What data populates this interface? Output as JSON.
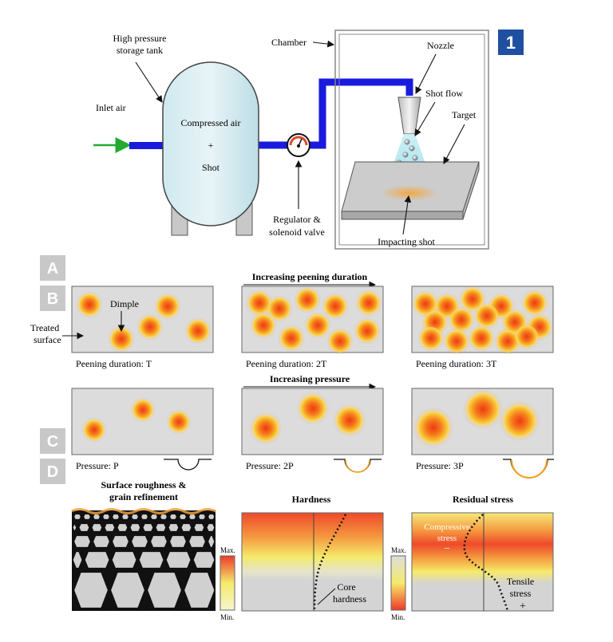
{
  "panel_labels": {
    "p1": "1",
    "a": "A",
    "b": "B",
    "c": "C",
    "d": "D"
  },
  "setup": {
    "tank_label_line1": "High pressure",
    "tank_label_line2": "storage tank",
    "inlet": "Inlet air",
    "tank_text_line1": "Compressed air",
    "tank_text_plus": "+",
    "tank_text_line2": "Shot",
    "chamber": "Chamber",
    "nozzle": "Nozzle",
    "shot_flow": "Shot flow",
    "target": "Target",
    "impacting_shot": "Impacting shot",
    "regulator_line1": "Regulator &",
    "regulator_line2": "solenoid valve"
  },
  "duration": {
    "arrow_label": "Increasing peening duration",
    "dimple": "Dimple",
    "treated_line1": "Treated",
    "treated_line2": "surface",
    "captions": [
      "Peening duration: T",
      "Peening duration: 2T",
      "Peening duration: 3T"
    ]
  },
  "pressure": {
    "arrow_label": "Increasing pressure",
    "captions": [
      "Pressure: P",
      "Pressure: 2P",
      "Pressure: 3P"
    ]
  },
  "effects": {
    "roughness_line1": "Surface roughness &",
    "roughness_line2": "grain refinement",
    "hardness_title": "Hardness",
    "core_line1": "Core",
    "core_line2": "hardness",
    "residual_title": "Residual stress",
    "compressive_line1": "Compressive",
    "compressive_line2": "stress",
    "minus": "−",
    "tensile_line1": "Tensile",
    "tensile_line2": "stress",
    "plus": "+",
    "scale_max": "Max.",
    "scale_min": "Min."
  },
  "colors": {
    "pipe": "#1a1adf",
    "inlet_arrow": "#22aa33",
    "badge_blue": "#1f4fa0",
    "badge_gray": "#c8c8c8",
    "panel_fill": "#dcdcdc",
    "dimple_outer": "#f7d23a",
    "dimple_inner": "#f05a1a"
  },
  "icons": [
    "gauge-icon",
    "nozzle-icon",
    "arrow-icon"
  ]
}
